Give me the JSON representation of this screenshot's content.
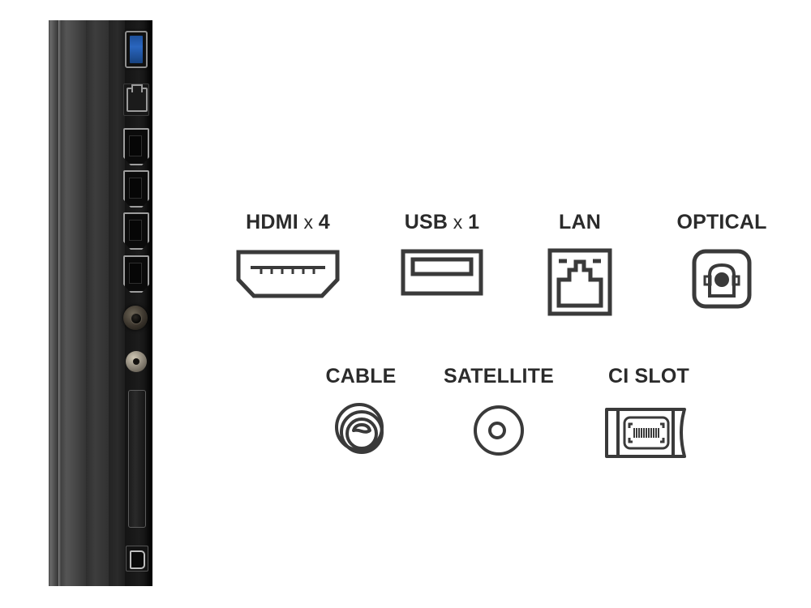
{
  "page": {
    "title": "TV side panel connectivity diagram",
    "background_color": "#ffffff",
    "label_color": "#2b2b2b",
    "icon_stroke_color": "#3a3a3a"
  },
  "photo": {
    "name": "tv-side-panel-photo",
    "description": "Close-up photograph of the left side panel of a black television showing its physical input ports",
    "ports_top_to_bottom": [
      "USB port with blue insert",
      "LAN / RJ45 ethernet jack",
      "HDMI port 1",
      "HDMI port 2",
      "HDMI port 3",
      "HDMI port 4",
      "Cable / antenna coaxial connector",
      "Satellite F-type connector",
      "CI card slot",
      "Optical audio out (TOSLINK)"
    ]
  },
  "legend": {
    "row1": [
      {
        "id": "hdmi",
        "label_main": "HDMI",
        "multiplier": "x",
        "count": "4",
        "full_label": "HDMI x 4",
        "icon": "hdmi-port-icon"
      },
      {
        "id": "usb",
        "label_main": "USB",
        "multiplier": "x",
        "count": "1",
        "full_label": "USB x 1",
        "icon": "usb-port-icon"
      },
      {
        "id": "lan",
        "label_main": "LAN",
        "multiplier": "",
        "count": "",
        "full_label": "LAN",
        "icon": "lan-rj45-icon"
      },
      {
        "id": "optical",
        "label_main": "OPTICAL",
        "multiplier": "",
        "count": "",
        "full_label": "OPTICAL",
        "icon": "optical-toslink-icon"
      }
    ],
    "row2": [
      {
        "id": "cable",
        "label_main": "CABLE",
        "multiplier": "",
        "count": "",
        "full_label": "CABLE",
        "icon": "coaxial-cable-icon"
      },
      {
        "id": "satellite",
        "label_main": "SATELLITE",
        "multiplier": "",
        "count": "",
        "full_label": "SATELLITE",
        "icon": "satellite-f-connector-icon"
      },
      {
        "id": "cislot",
        "label_main": "CI SLOT",
        "multiplier": "",
        "count": "",
        "full_label": "CI SLOT",
        "icon": "ci-card-slot-icon"
      }
    ]
  }
}
